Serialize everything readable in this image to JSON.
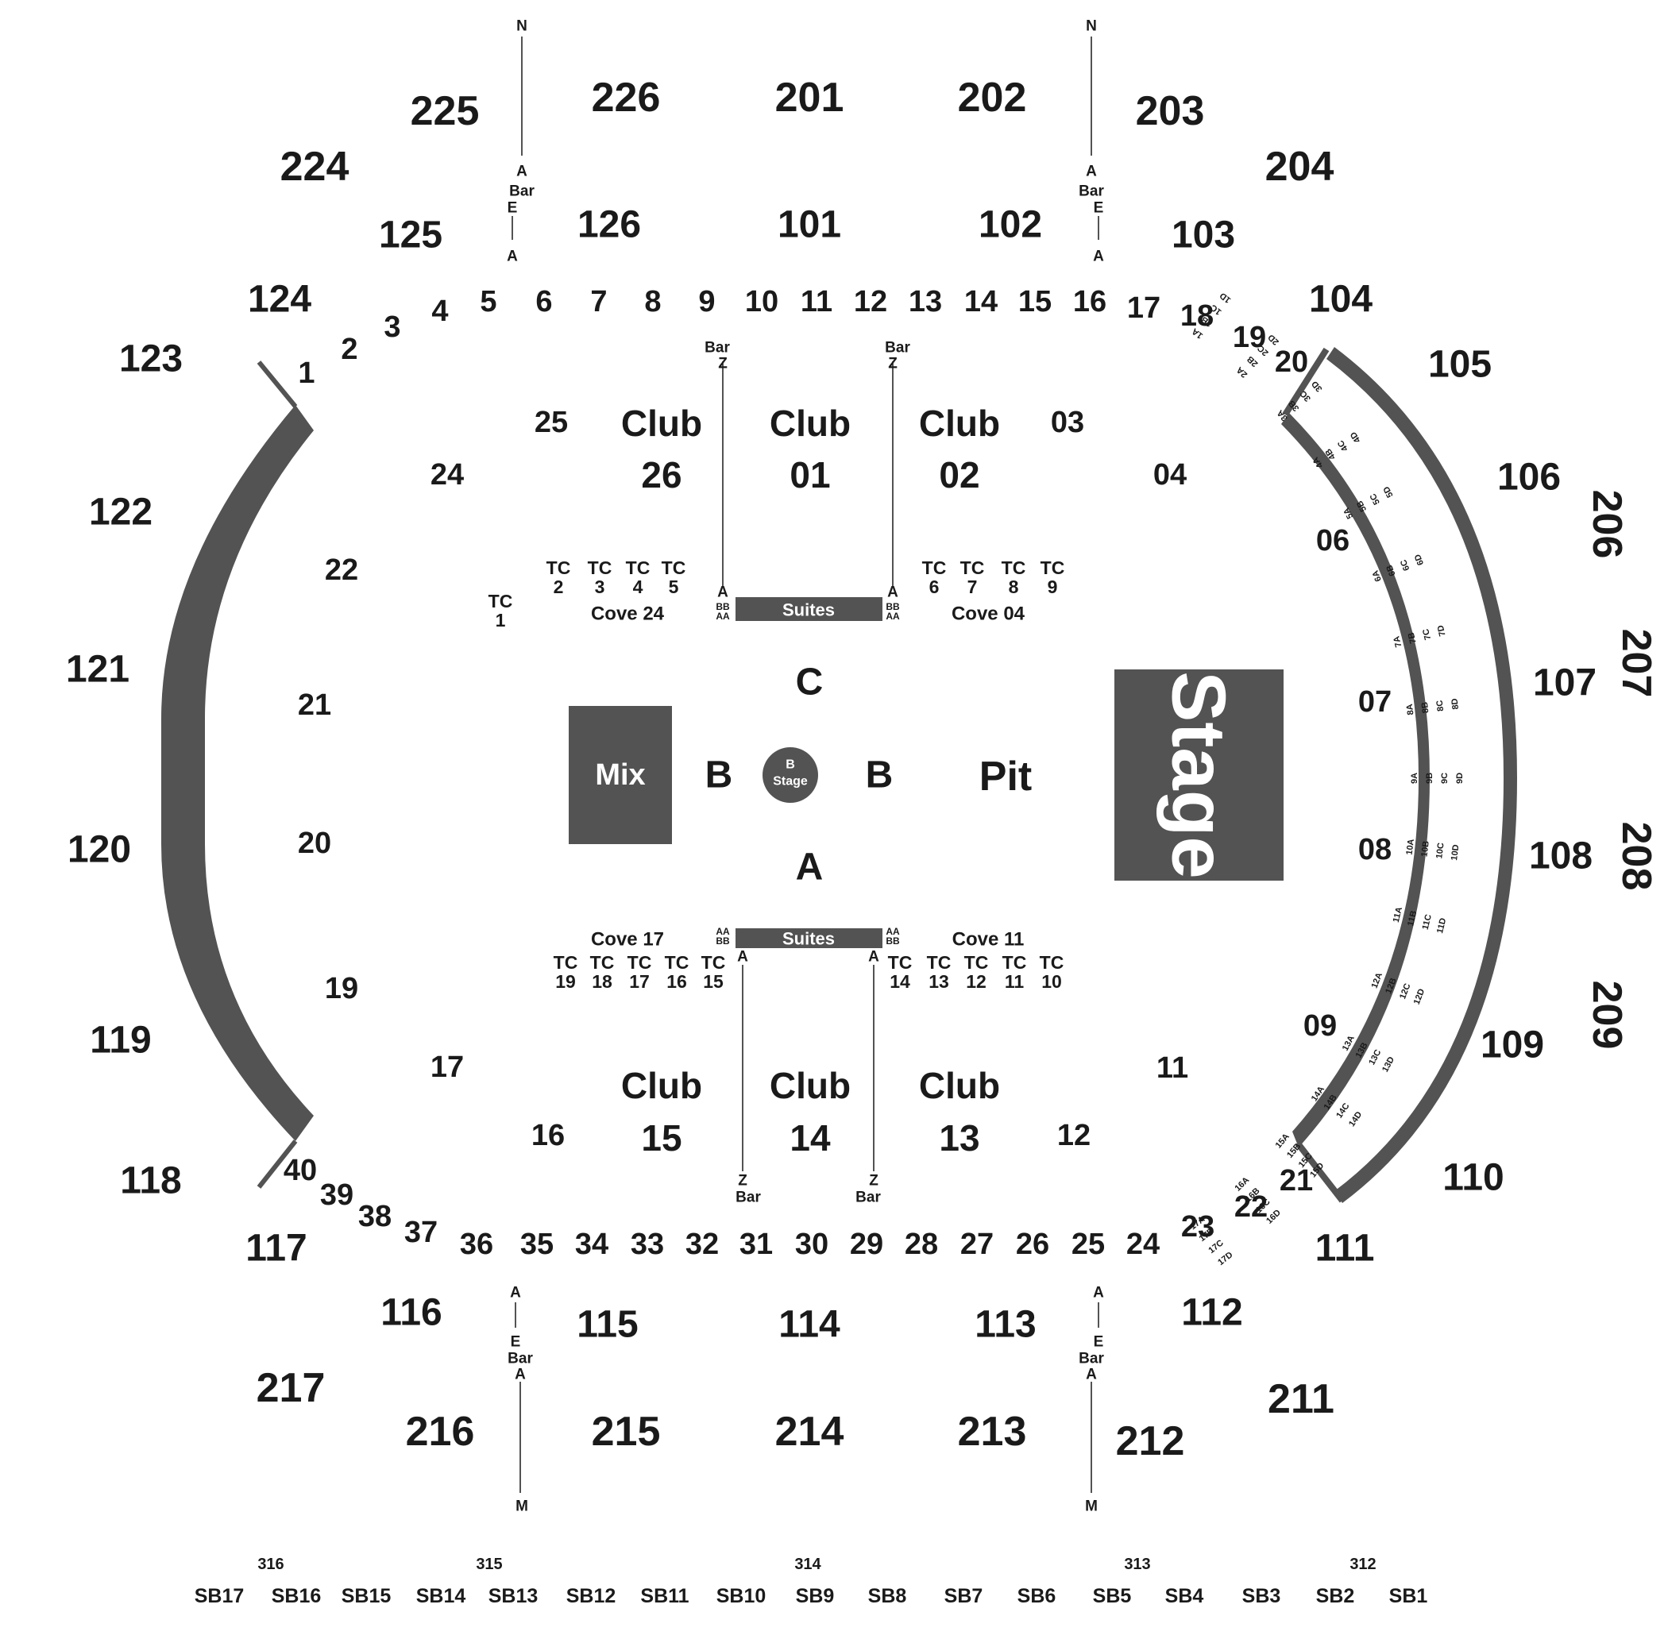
{
  "colors": {
    "block": "#535353",
    "text": "#1a1a1a",
    "background": "#ffffff"
  },
  "compass": [
    "N",
    "N",
    "M",
    "M"
  ],
  "upper_sections": [
    "225",
    "226",
    "201",
    "202",
    "203",
    "224",
    "204",
    "206",
    "207",
    "208",
    "209",
    "217",
    "216",
    "215",
    "214",
    "213",
    "212",
    "211"
  ],
  "lower_sections": [
    "125",
    "126",
    "101",
    "102",
    "103",
    "124",
    "104",
    "123",
    "105",
    "122",
    "106",
    "121",
    "107",
    "120",
    "108",
    "119",
    "109",
    "118",
    "110",
    "117",
    "111",
    "116",
    "115",
    "114",
    "113",
    "112"
  ],
  "floor_numbers_top": [
    "1",
    "2",
    "3",
    "4",
    "5",
    "6",
    "7",
    "8",
    "9",
    "10",
    "11",
    "12",
    "13",
    "14",
    "15",
    "16",
    "17",
    "18",
    "19",
    "20"
  ],
  "floor_numbers_bottom": [
    "40",
    "39",
    "38",
    "37",
    "36",
    "35",
    "34",
    "33",
    "32",
    "31",
    "30",
    "29",
    "28",
    "27",
    "26",
    "25",
    "24",
    "23",
    "22",
    "21"
  ],
  "cove_numbers": [
    "25",
    "24",
    "22",
    "21",
    "20",
    "19",
    "17",
    "16",
    "03",
    "04",
    "06",
    "07",
    "08",
    "09",
    "11",
    "12"
  ],
  "clubs": [
    {
      "word": "Club",
      "num": "26"
    },
    {
      "word": "Club",
      "num": "01"
    },
    {
      "word": "Club",
      "num": "02"
    },
    {
      "word": "Club",
      "num": "15"
    },
    {
      "word": "Club",
      "num": "14"
    },
    {
      "word": "Club",
      "num": "13"
    }
  ],
  "tc_top": [
    "2",
    "3",
    "4",
    "5",
    "6",
    "7",
    "8",
    "9"
  ],
  "tc_bottom": [
    "19",
    "18",
    "17",
    "16",
    "15",
    "14",
    "13",
    "12",
    "11",
    "10"
  ],
  "tc_prefix": "TC",
  "tc_single": "1",
  "coves": [
    "Cove 24",
    "Cove 04",
    "Cove 17",
    "Cove 11"
  ],
  "suites": "Suites",
  "bar": {
    "bar": "Bar",
    "a": "A",
    "e": "E",
    "z": "Z",
    "bb": "BB",
    "aa": "AA"
  },
  "floor_letters": [
    "C",
    "B",
    "B",
    "A"
  ],
  "mix": "Mix",
  "b_stage": [
    "B",
    "Stage"
  ],
  "pit": "Pit",
  "stage": "Stage",
  "seat_rows": [
    "1",
    "2",
    "3",
    "4",
    "5",
    "6",
    "7",
    "8",
    "9",
    "10",
    "11",
    "12",
    "13",
    "14",
    "15",
    "16",
    "17"
  ],
  "seat_cols": [
    "A",
    "B",
    "C",
    "D"
  ],
  "section_300s": [
    "316",
    "315",
    "314",
    "313",
    "312"
  ],
  "suite_boxes": [
    "SB17",
    "SB16",
    "SB15",
    "SB14",
    "SB13",
    "SB12",
    "SB11",
    "SB10",
    "SB9",
    "SB8",
    "SB7",
    "SB6",
    "SB5",
    "SB4",
    "SB3",
    "SB2",
    "SB1"
  ]
}
